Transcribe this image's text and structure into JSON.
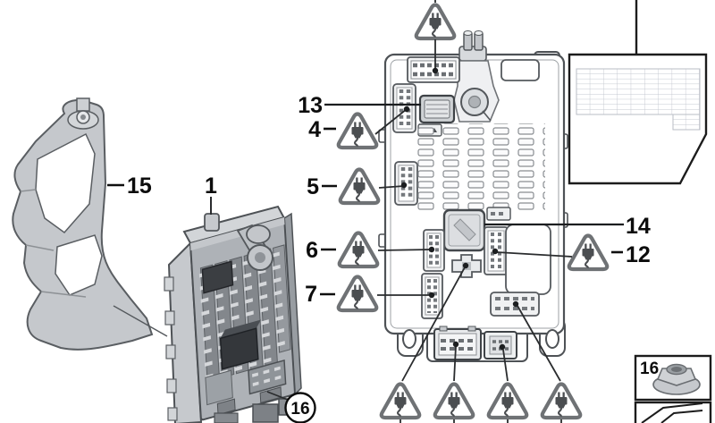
{
  "palette": {
    "background": "#ffffff",
    "outline": "#4e5256",
    "leader": "#2a2c2e",
    "label": "#0c0c0c",
    "part_light": "#c9ccd0",
    "part_mid": "#aeb2b7",
    "part_dark": "#3b3e42",
    "triangle": "#6f7275",
    "plug": "#4b4e51",
    "grid_line": "#c3c7cf",
    "card_border": "#1c1c1c"
  },
  "parts": {
    "bracket": {
      "label": "15"
    },
    "junction_box": {
      "label": "1",
      "nut_callout": "16"
    },
    "fusebox": {
      "relay_small": {
        "label": "13"
      },
      "connector_upper_left": {
        "label": "4"
      },
      "connector_mid_left": {
        "label": "5"
      },
      "connector_lower_left_a": {
        "label": "6"
      },
      "connector_lower_left_b": {
        "label": "7"
      },
      "relay_large": {
        "label": "14"
      },
      "connector_center_right": {
        "label": "12"
      }
    },
    "legend": {
      "nut_label": "16"
    }
  }
}
